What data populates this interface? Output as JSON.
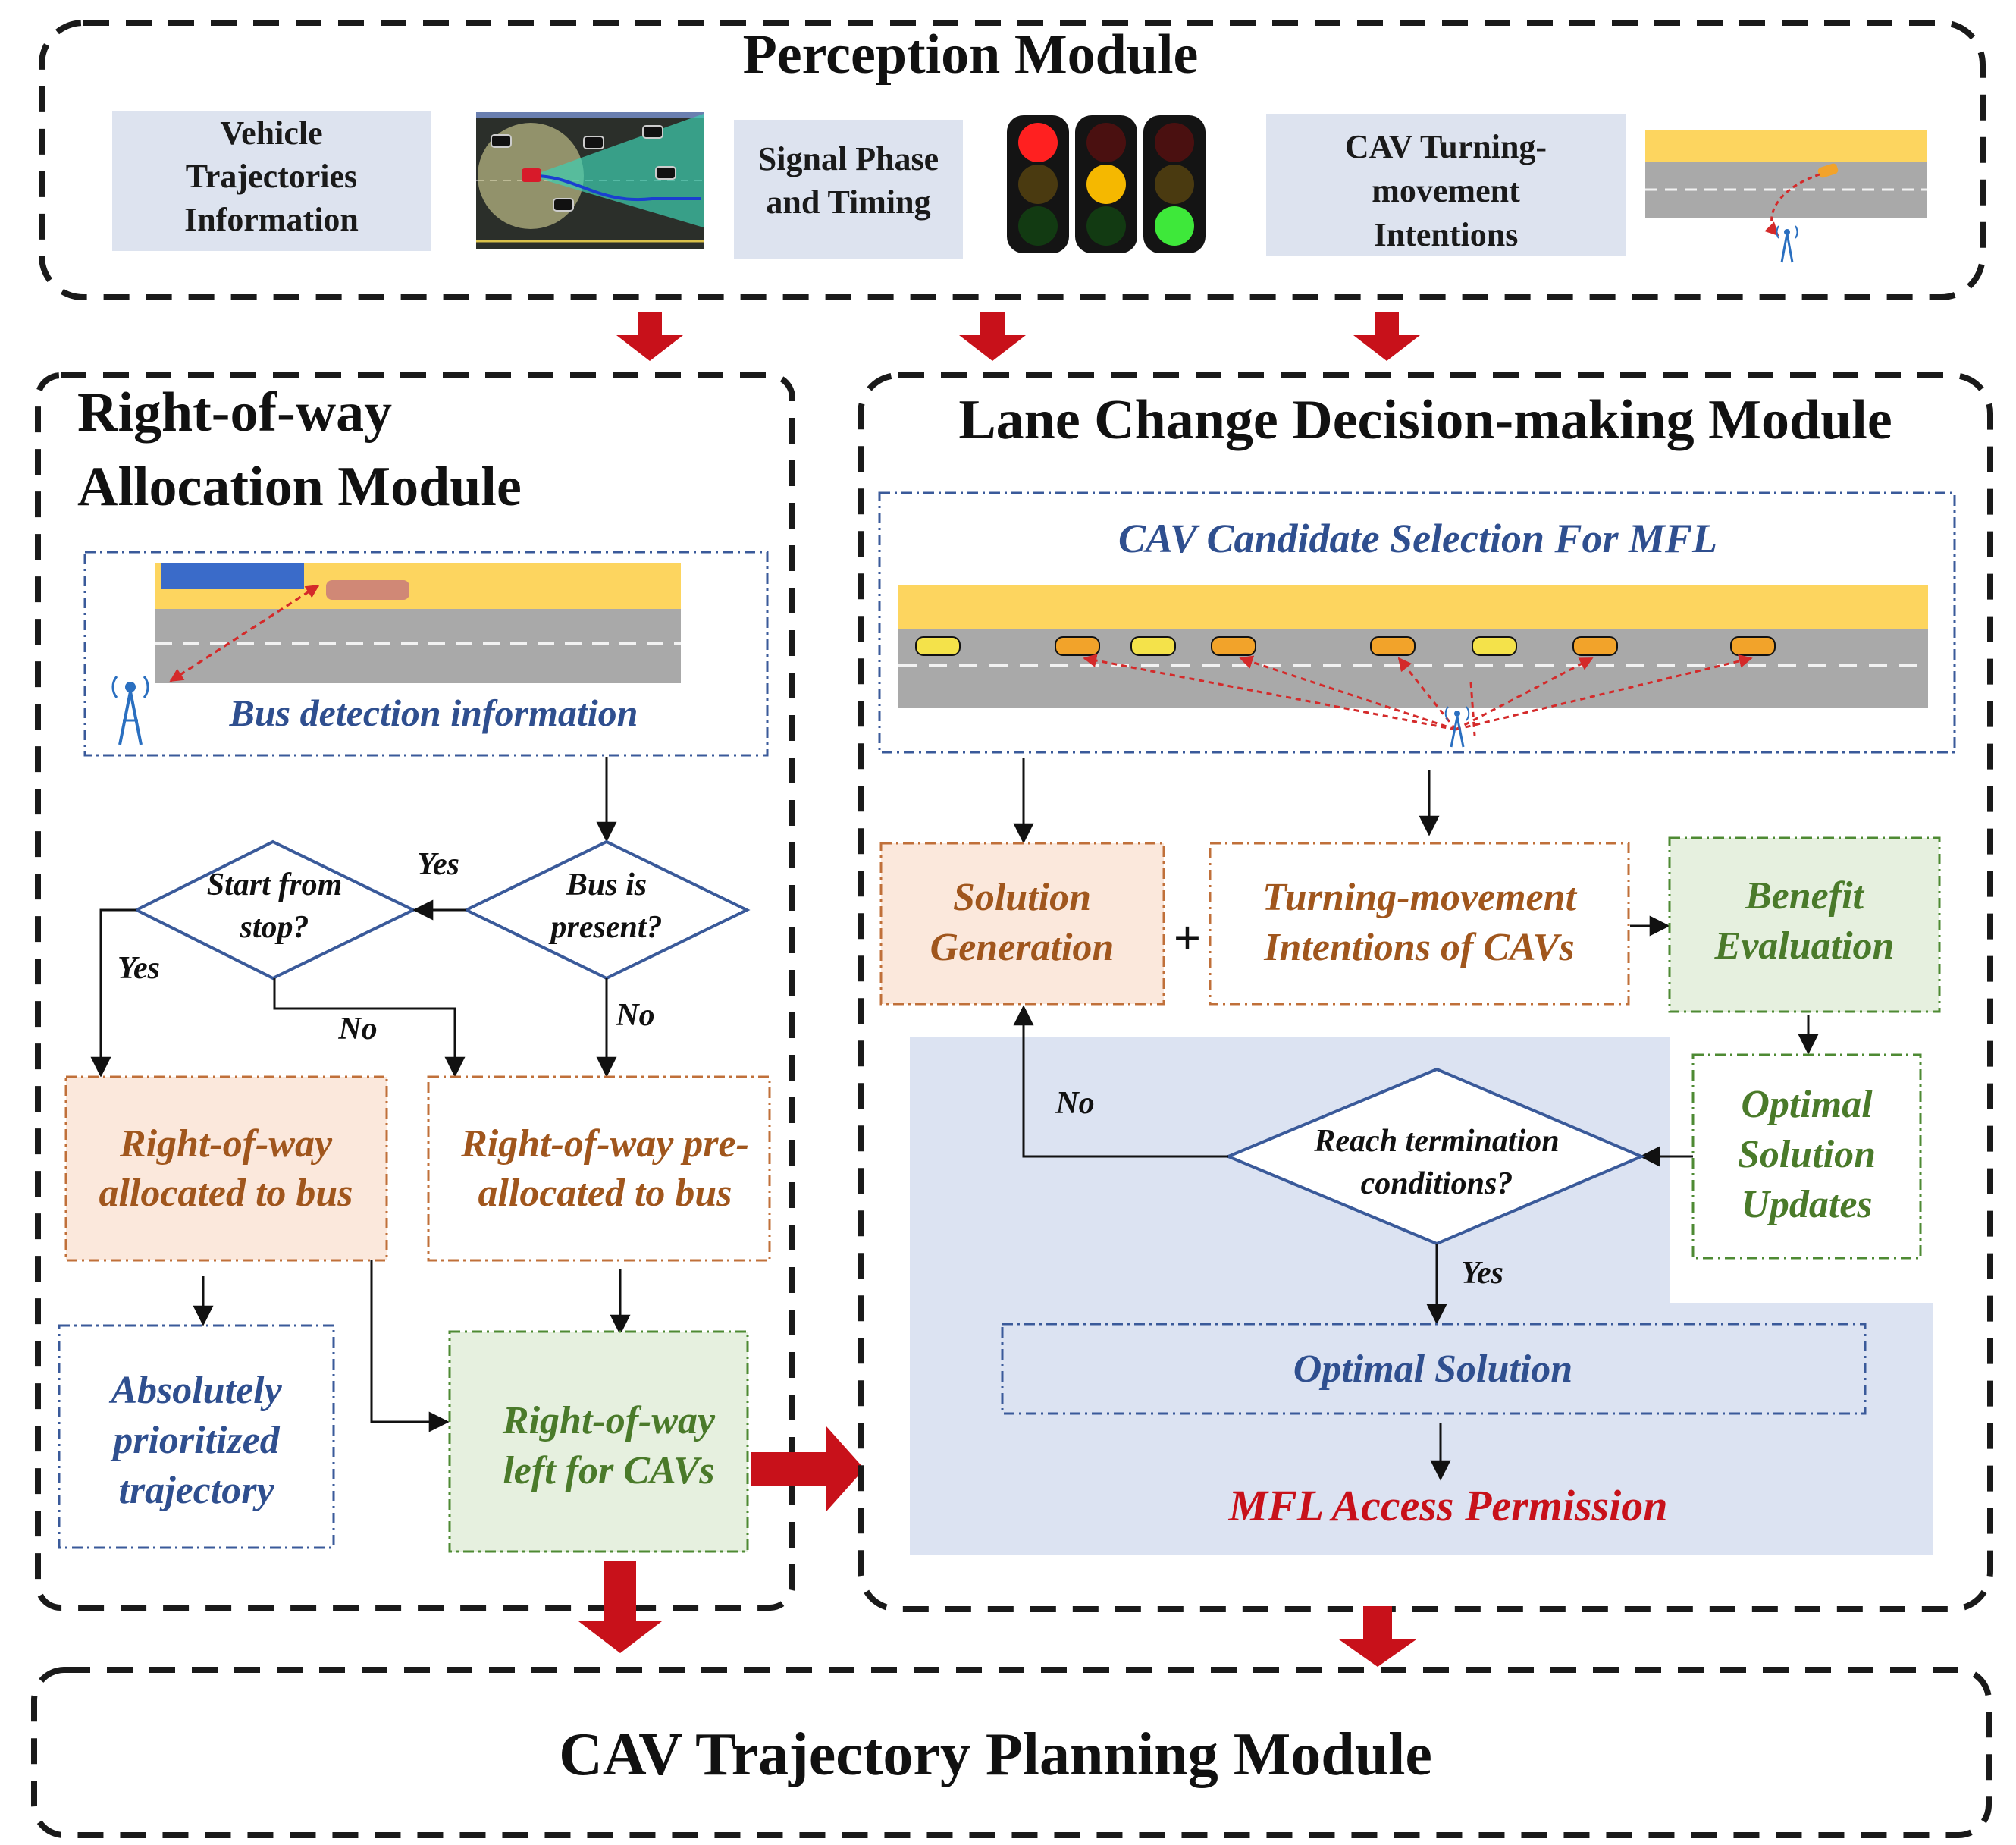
{
  "perception": {
    "title": "Perception Module",
    "vehicle_info": [
      "Vehicle",
      "Trajectories",
      "Information"
    ],
    "signal_info": [
      "Signal Phase",
      "and Timing"
    ],
    "turning_info": [
      "CAV Turning-",
      "movement",
      "Intentions"
    ]
  },
  "row": {
    "title": [
      "Right-of-way",
      "Allocation Module"
    ],
    "bus_detection": "Bus detection information",
    "decision_bus_present": [
      "Bus is",
      "present?"
    ],
    "decision_start_stop": [
      "Start from",
      "stop?"
    ],
    "label_yes_top": "Yes",
    "label_yes_left": "Yes",
    "label_no_mid": "No",
    "label_no_right": "No",
    "box_allocated": [
      "Right-of-way",
      "allocated to bus"
    ],
    "box_preallocated": [
      "Right-of-way pre-",
      "allocated to bus"
    ],
    "box_absolute": [
      "Absolutely",
      "prioritized",
      "trajectory"
    ],
    "box_left_cavs": [
      "Right-of-way",
      "left for CAVs"
    ]
  },
  "lc": {
    "title": "Lane Change Decision-making Module",
    "candidate": "CAV Candidate Selection For MFL",
    "solution_generation": [
      "Solution",
      "Generation"
    ],
    "plus": "+",
    "turning_intentions": [
      "Turning-movement",
      "Intentions of  CAVs"
    ],
    "benefit": [
      "Benefit",
      "Evaluation"
    ],
    "optimal_updates": [
      "Optimal",
      "Solution",
      "Updates"
    ],
    "termination": [
      "Reach termination",
      "conditions?"
    ],
    "label_no": "No",
    "label_yes": "Yes",
    "optimal_solution": "Optimal  Solution",
    "mfl_access": "MFL Access Permission"
  },
  "planning": {
    "title": "CAV Trajectory Planning Module"
  },
  "colors": {
    "info_bg": "#dde3ef",
    "road": "#a9a9a9",
    "curb": "#fdd55f",
    "accent_red": "#c8111a",
    "node_blue": "#3a5a9a"
  }
}
